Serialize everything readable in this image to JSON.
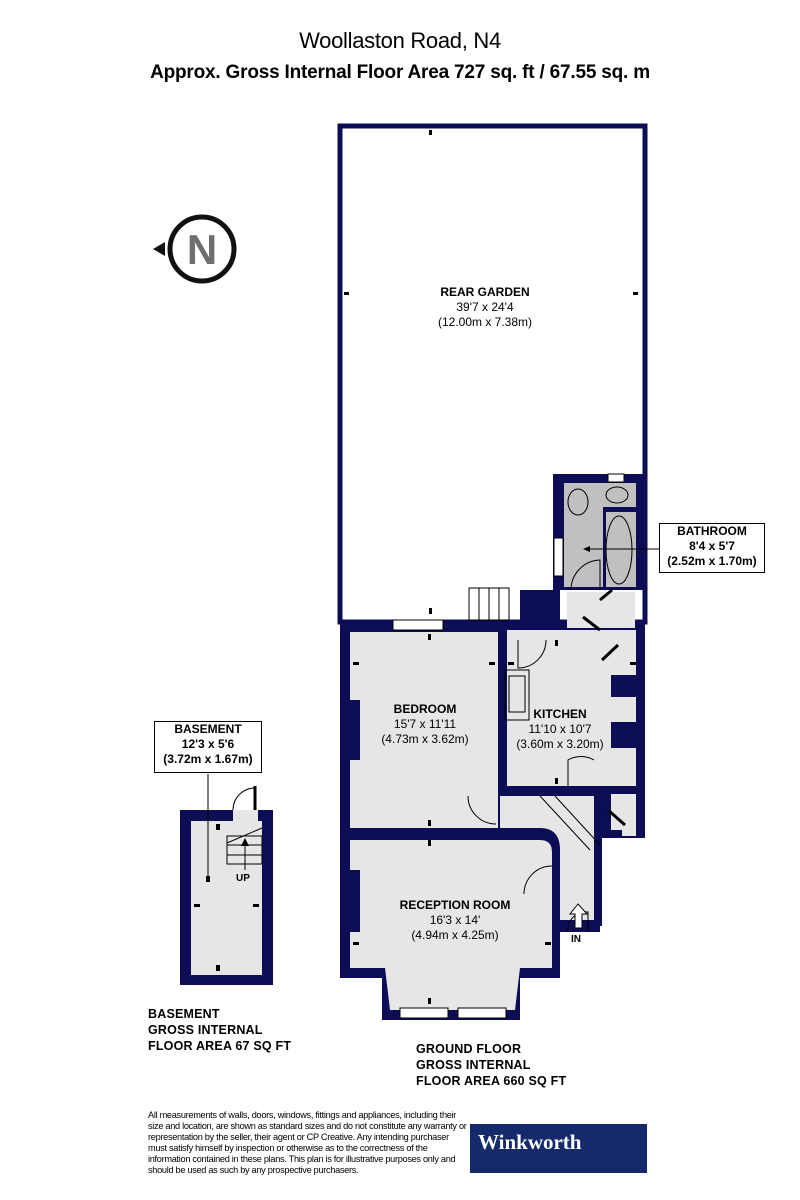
{
  "header": {
    "title": "Woollaston Road, N4",
    "subtitle": "Approx. Gross Internal Floor Area 727 sq. ft / 67.55 sq. m"
  },
  "compass": {
    "letter": "N",
    "icon": "north-compass-icon"
  },
  "rooms": {
    "rear_garden": {
      "name": "REAR GARDEN",
      "imperial": "39'7 x 24'4",
      "metric": "(12.00m x 7.38m)"
    },
    "bathroom": {
      "name": "BATHROOM",
      "imperial": "8'4 x 5'7",
      "metric": "(2.52m x 1.70m)"
    },
    "bedroom": {
      "name": "BEDROOM",
      "imperial": "15'7 x 11'11",
      "metric": "(4.73m x 3.62m)"
    },
    "kitchen": {
      "name": "KITCHEN",
      "imperial": "11'10 x 10'7",
      "metric": "(3.60m x 3.20m)"
    },
    "reception": {
      "name": "RECEPTION ROOM",
      "imperial": "16'3 x 14'",
      "metric": "(4.94m x 4.25m)"
    },
    "basement": {
      "name": "BASEMENT",
      "imperial": "12'3 x 5'6",
      "metric": "(3.72m x 1.67m)"
    }
  },
  "markers": {
    "up": "UP",
    "in": "IN"
  },
  "floor_areas": {
    "basement": [
      "BASEMENT",
      "GROSS INTERNAL",
      "FLOOR AREA 67 SQ FT"
    ],
    "ground": [
      "GROUND FLOOR",
      "GROSS INTERNAL",
      "FLOOR AREA 660 SQ FT"
    ]
  },
  "footer": {
    "disclaimer": "All measurements of walls, doors, windows, fittings and appliances, including their size and location, are shown as standard sizes and do not constitute any warranty or representation by the seller, their agent or CP Creative. Any intending purchaser must satisfy himself by inspection or otherwise as to the correctness of the information contained in these plans. This plan is for illustrative purposes only and should be used as such by any prospective purchasers.",
    "brand": "Winkworth"
  },
  "colors": {
    "wall": "#0d0d55",
    "floor": "#e6e6e6",
    "bathroom_floor": "#c0c0c0",
    "brand_bg": "#152a6b"
  }
}
